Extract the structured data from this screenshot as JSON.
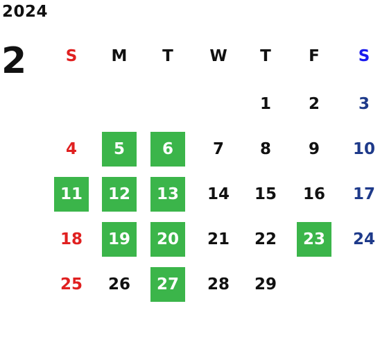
{
  "calendar": {
    "year": "2024",
    "month": "2",
    "weekdays": [
      {
        "label": "S",
        "color": "#e02020"
      },
      {
        "label": "M",
        "color": "#111111"
      },
      {
        "label": "T",
        "color": "#111111"
      },
      {
        "label": "W",
        "color": "#111111"
      },
      {
        "label": "T",
        "color": "#111111"
      },
      {
        "label": "F",
        "color": "#111111"
      },
      {
        "label": "S",
        "color": "#1a1aee"
      }
    ],
    "weeks": [
      [
        null,
        null,
        null,
        null,
        "1",
        "2",
        "3"
      ],
      [
        "4",
        "5",
        "6",
        "7",
        "8",
        "9",
        "10"
      ],
      [
        "11",
        "12",
        "13",
        "14",
        "15",
        "16",
        "17"
      ],
      [
        "18",
        "19",
        "20",
        "21",
        "22",
        "23",
        "24"
      ],
      [
        "25",
        "26",
        "27",
        "28",
        "29",
        null,
        null
      ]
    ],
    "highlighted_days": [
      "5",
      "6",
      "11",
      "12",
      "13",
      "19",
      "20",
      "23",
      "27"
    ],
    "colors": {
      "highlight": "#3bb54a",
      "sunday": "#e02020",
      "saturday": "#1e3a8a",
      "weekday": "#111111"
    }
  }
}
